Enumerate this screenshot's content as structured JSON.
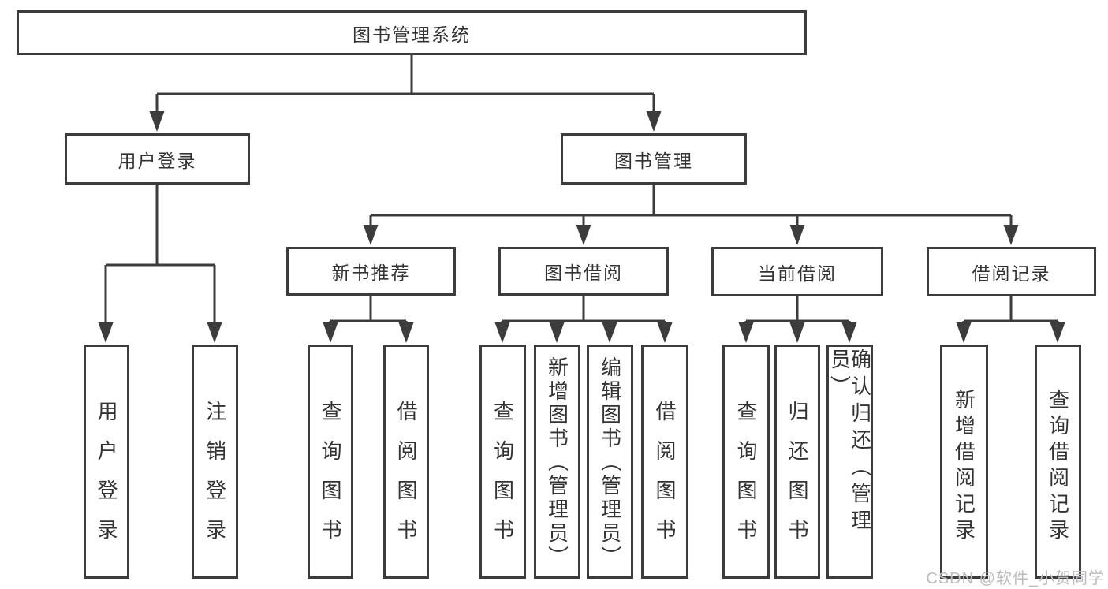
{
  "tree": {
    "root": {
      "label": "图书管理系统"
    },
    "branches": [
      {
        "label": "用户登录",
        "children": [
          {
            "label": "用户登录"
          },
          {
            "label": "注销登录"
          }
        ]
      },
      {
        "label": "图书管理",
        "children": [
          {
            "label": "新书推荐",
            "children": [
              {
                "label": "查询图书"
              },
              {
                "label": "借阅图书"
              }
            ]
          },
          {
            "label": "图书借阅",
            "children": [
              {
                "label": "查询图书"
              },
              {
                "label": "新增图书（管理员）"
              },
              {
                "label": "编辑图书（管理员）"
              },
              {
                "label": "借阅图书"
              }
            ]
          },
          {
            "label": "当前借阅",
            "children": [
              {
                "label": "查询图书"
              },
              {
                "label": "归还图书"
              },
              {
                "label": "确认归还（管理员）"
              }
            ]
          },
          {
            "label": "借阅记录",
            "children": [
              {
                "label": "新增借阅记录"
              },
              {
                "label": "查询借阅记录"
              }
            ]
          }
        ]
      }
    ]
  },
  "watermark": {
    "text": "CSDN @软件_小贺同学"
  },
  "colors": {
    "line": "#3c3c3c",
    "text": "#333333",
    "watermark": "#bcbcc0",
    "background": "#ffffff"
  }
}
